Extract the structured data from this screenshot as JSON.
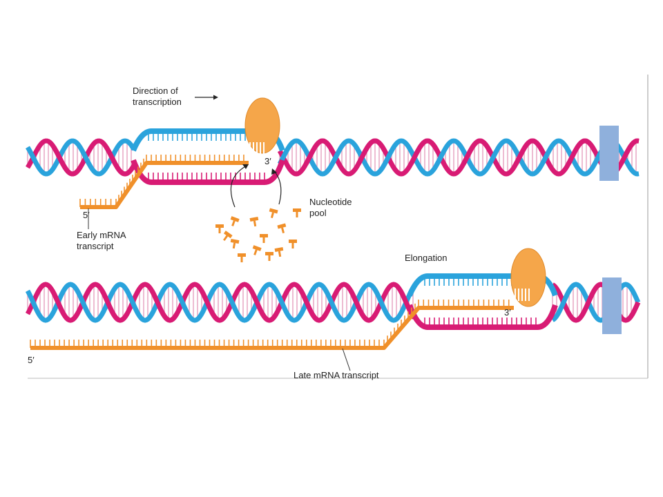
{
  "labels": {
    "direction": [
      "Direction of",
      "transcription"
    ],
    "early_prime5": "5′",
    "early_transcript": [
      "Early mRNA",
      "transcript"
    ],
    "top_prime3": "3′",
    "nucleotide_pool": [
      "Nucleotide",
      "pool"
    ],
    "elongation": "Elongation",
    "bottom_prime3": "3′",
    "late_prime5": "5′",
    "late_transcript": "Late mRNA transcript"
  },
  "colors": {
    "template_strand": "#d81b74",
    "coding_strand": "#2aa3dc",
    "rna": "#f0902a",
    "polymerase": "#f5a64a",
    "terminator": "#8fb0dc",
    "frame_line": "#999999"
  },
  "icons": {
    "polymerase": "rna-polymerase-ellipse",
    "terminator": "terminator-box",
    "nucleotide": "nucleotide-glyph"
  }
}
